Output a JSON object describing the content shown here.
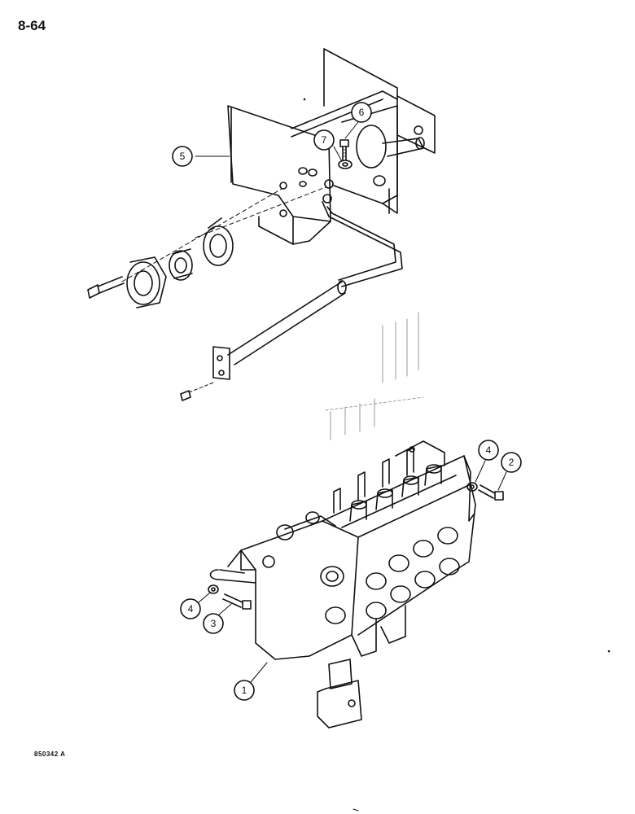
{
  "page_number": "8-64",
  "figure_code": "850342 A",
  "callouts": {
    "c1": "1",
    "c2": "2",
    "c3": "3",
    "c4a": "4",
    "c4b": "4",
    "c5": "5",
    "c6": "6",
    "c7": "7"
  }
}
